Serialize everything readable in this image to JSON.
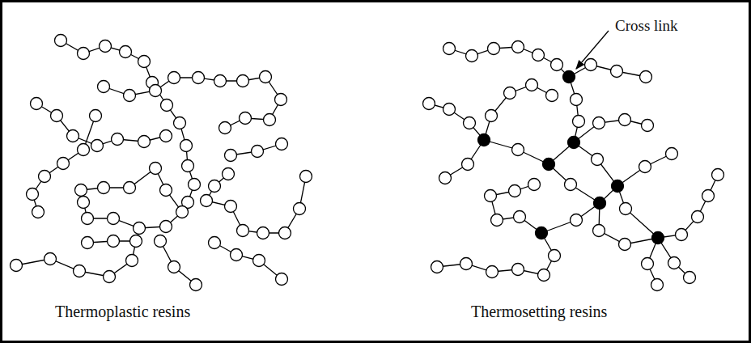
{
  "diagram": {
    "labels": [
      "Thermoplastic resins",
      "Thermosetting resins",
      "Cross link"
    ]
  }
}
